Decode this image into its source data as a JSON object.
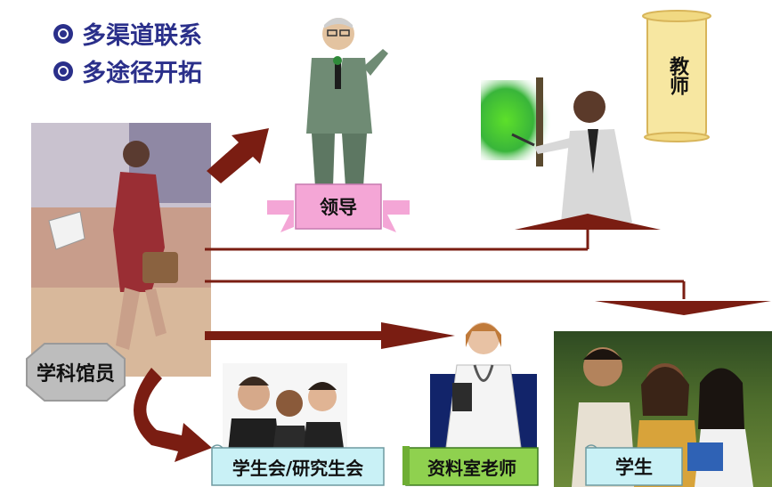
{
  "bullets": [
    "多渠道联系",
    "多途径开拓"
  ],
  "nodes": {
    "librarian": "学科馆员",
    "leader": "领导",
    "teacher": "教师",
    "student_union": "学生会/研究生会",
    "reference_room_teacher": "资料室老师",
    "student": "学生"
  },
  "colors": {
    "arrow": "#7a1d12",
    "bullet_text": "#2a2f8a",
    "leader_ribbon": "#f4a6d6",
    "teacher_scroll": "#f7e7a1",
    "union_banner": "#c9f1f6",
    "reference_banner": "#8fd14f",
    "student_banner": "#c9f1f6",
    "librarian_badge": "#bdbdbd"
  },
  "icons": [
    "bullet-icon",
    "woman-with-briefcase-illustration",
    "speaker-at-microphone-illustration",
    "teacher-at-chalkboard-illustration",
    "business-team-photo",
    "doctor-with-stethoscope-illustration",
    "students-group-photo"
  ]
}
